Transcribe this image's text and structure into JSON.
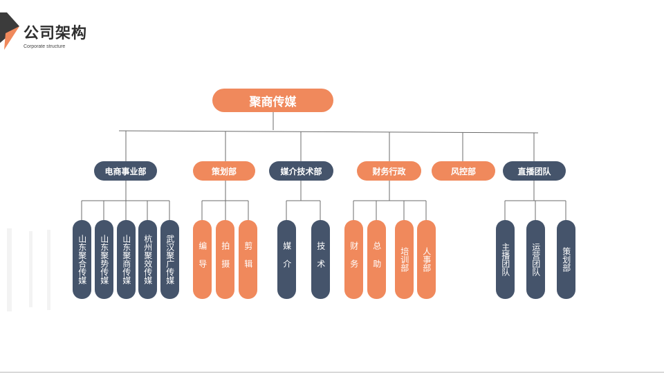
{
  "header": {
    "title": "公司架构",
    "subtitle": "Corporate structure"
  },
  "colors": {
    "navy": "#45546b",
    "orange": "#f0895c",
    "line": "#6b6b6b"
  },
  "root": {
    "label": "聚商传媒"
  },
  "departments": [
    {
      "label": "电商事业部",
      "children": [
        "山东聚合传媒",
        "山东聚势传媒",
        "山东聚商传媒",
        "杭州聚效传媒",
        "武汉聚广传媒"
      ]
    },
    {
      "label": "策划部",
      "children": [
        "编导",
        "拍摄",
        "剪辑"
      ]
    },
    {
      "label": "媒介技术部",
      "children": [
        "媒介",
        "技术"
      ]
    },
    {
      "label": "财务行政",
      "children": [
        "财务",
        "总助",
        "培训部",
        "人事部"
      ]
    },
    {
      "label": "风控部",
      "children": []
    },
    {
      "label": "直播团队",
      "children": [
        "主播团队",
        "运营团队",
        "策划部"
      ]
    }
  ]
}
